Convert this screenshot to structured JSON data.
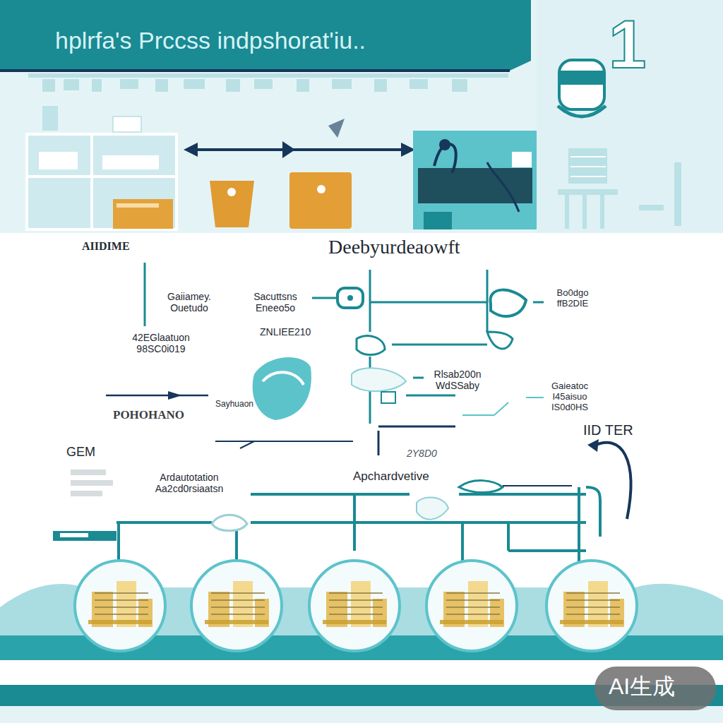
{
  "diagram": {
    "title": "hplrfa's Prccss indpshorat'iu..",
    "labels": [
      "1",
      "AIIDIME",
      "Deebyurdeaowft",
      "Gaiiamey. Ouetudo",
      "Sacuttsns Eneeo5o",
      "ZNLIEE210",
      "42EGlaatuon 98SC0i019",
      "Bo0dgo ffB2DIE",
      "Rlsab200n WdSSaby",
      "Gaieatoc I45aisuo IS0d0HS",
      "POHOHANO",
      "Sayhuaon",
      "2Y8D0",
      "IID TER",
      "GEM",
      "Ardautotation Aa2cd0rsiaatsn",
      "Apchardvetive",
      "AI生成"
    ]
  }
}
